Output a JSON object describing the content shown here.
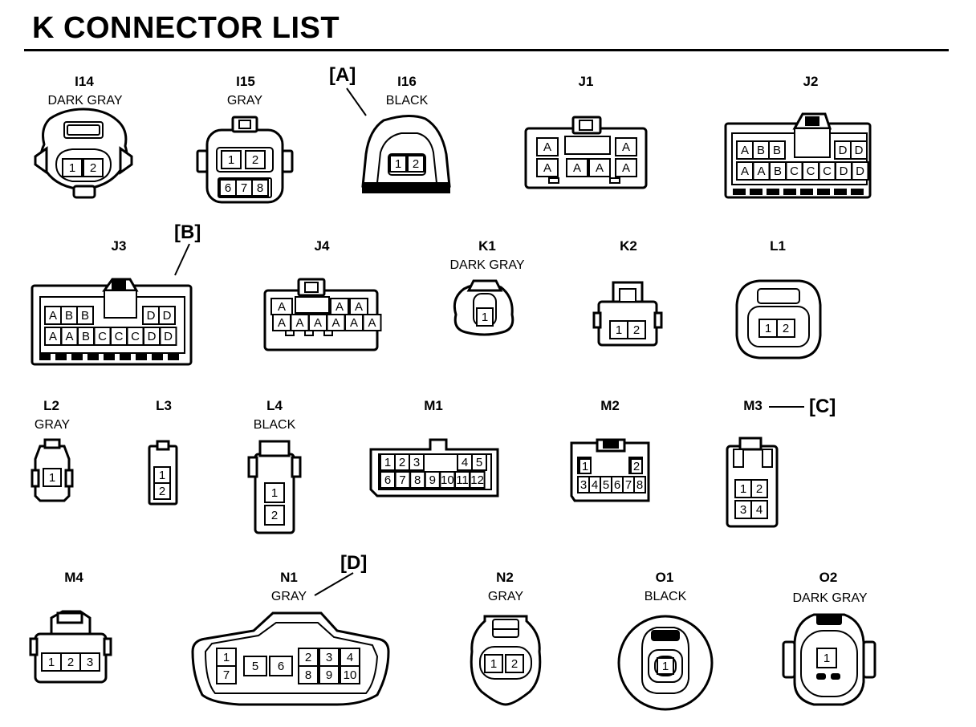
{
  "title": "K  CONNECTOR LIST",
  "callouts": [
    "[A]",
    "[B]",
    "[C]",
    "[D]"
  ],
  "connectors": [
    {
      "id": "I14",
      "color": "DARK GRAY",
      "pins": [
        "1",
        "2"
      ]
    },
    {
      "id": "I15",
      "color": "GRAY",
      "pins": [
        "1",
        "2",
        "6",
        "7",
        "8"
      ]
    },
    {
      "id": "I16",
      "color": "BLACK",
      "pins": [
        "1",
        "2"
      ]
    },
    {
      "id": "J1",
      "color": "",
      "pins": [
        "A",
        "A",
        "A",
        "A",
        "A",
        "A",
        "A"
      ]
    },
    {
      "id": "J2",
      "color": "",
      "pins": [
        "A",
        "B",
        "B",
        "D",
        "D",
        "A",
        "A",
        "B",
        "C",
        "C",
        "C",
        "D",
        "D"
      ]
    },
    {
      "id": "J3",
      "color": "",
      "pins": [
        "A",
        "B",
        "B",
        "D",
        "D",
        "A",
        "A",
        "B",
        "C",
        "C",
        "C",
        "D",
        "D"
      ]
    },
    {
      "id": "J4",
      "color": "",
      "pins": [
        "A",
        "A",
        "A",
        "A",
        "A",
        "A",
        "A",
        "A",
        "A"
      ]
    },
    {
      "id": "K1",
      "color": "DARK GRAY",
      "pins": [
        "1"
      ]
    },
    {
      "id": "K2",
      "color": "",
      "pins": [
        "1",
        "2"
      ]
    },
    {
      "id": "L1",
      "color": "",
      "pins": [
        "1",
        "2"
      ]
    },
    {
      "id": "L2",
      "color": "GRAY",
      "pins": [
        "1"
      ]
    },
    {
      "id": "L3",
      "color": "",
      "pins": [
        "1",
        "2"
      ]
    },
    {
      "id": "L4",
      "color": "BLACK",
      "pins": [
        "1",
        "2"
      ]
    },
    {
      "id": "M1",
      "color": "",
      "pins": [
        "1",
        "2",
        "3",
        "4",
        "5",
        "6",
        "7",
        "8",
        "9",
        "10",
        "11",
        "12"
      ]
    },
    {
      "id": "M2",
      "color": "",
      "pins": [
        "1",
        "2",
        "3",
        "4",
        "5",
        "6",
        "7",
        "8"
      ]
    },
    {
      "id": "M3",
      "color": "",
      "pins": [
        "1",
        "2",
        "3",
        "4"
      ]
    },
    {
      "id": "M4",
      "color": "",
      "pins": [
        "1",
        "2",
        "3"
      ]
    },
    {
      "id": "N1",
      "color": "GRAY",
      "pins": [
        "1",
        "7",
        "5",
        "6",
        "2",
        "3",
        "4",
        "8",
        "9",
        "10"
      ]
    },
    {
      "id": "N2",
      "color": "GRAY",
      "pins": [
        "1",
        "2"
      ]
    },
    {
      "id": "O1",
      "color": "BLACK",
      "pins": [
        "1"
      ]
    },
    {
      "id": "O2",
      "color": "DARK GRAY",
      "pins": [
        "1"
      ]
    }
  ]
}
